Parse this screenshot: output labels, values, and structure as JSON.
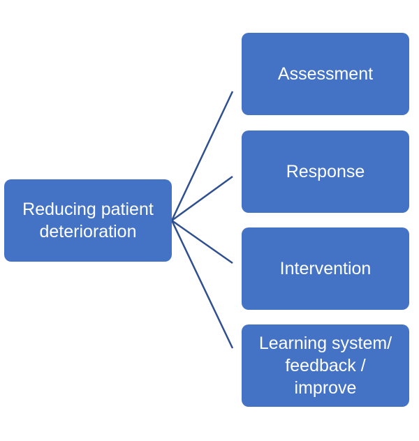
{
  "diagram": {
    "root": {
      "label": "Reducing patient\ndeterioration"
    },
    "children": [
      {
        "label": "Assessment"
      },
      {
        "label": "Response"
      },
      {
        "label": "Intervention"
      },
      {
        "label": "Learning system/\nfeedback /\nimprove"
      }
    ],
    "colors": {
      "node_fill": "#4472c4",
      "node_text": "#ffffff",
      "connector": "#2f4f8f"
    }
  }
}
